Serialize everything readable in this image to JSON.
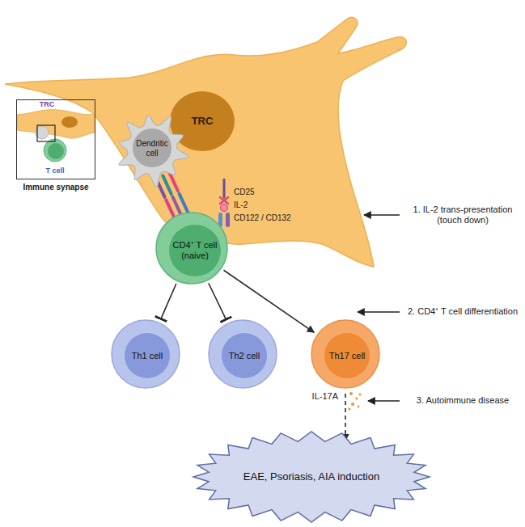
{
  "diagram": {
    "nodes": [
      {
        "text": [
          "TRC"
        ]
      },
      {
        "text": [
          "Immune synapse"
        ]
      },
      {
        "text": [
          "Dendritic cell"
        ]
      },
      {
        "text": [
          "CD4⁺ T cell (naive)"
        ]
      },
      {
        "text": [
          "Th1 cell"
        ]
      },
      {
        "text": [
          "Th2 cell"
        ]
      },
      {
        "text": [
          "Th17 cell"
        ]
      },
      {
        "text": [
          "EAE, Psoriasis, AIA induction"
        ]
      }
    ],
    "edges": [
      {
        "from": 3,
        "to": 4,
        "arrow": "to"
      },
      {
        "from": 3,
        "to": 5,
        "arrow": "to"
      },
      {
        "from": 3,
        "to": 6,
        "arrow": "to"
      },
      {
        "from": 6,
        "to": 7,
        "label": "IL-17A",
        "arrow": "to"
      }
    ],
    "labels": [
      "TRC",
      "T cell",
      "CD25",
      "IL-2",
      "CD122 / CD132",
      "1. IL-2 trans-presentation (touch down)",
      "2. CD4⁺ T cell differentiation",
      "3. Autoimmune disease"
    ]
  }
}
